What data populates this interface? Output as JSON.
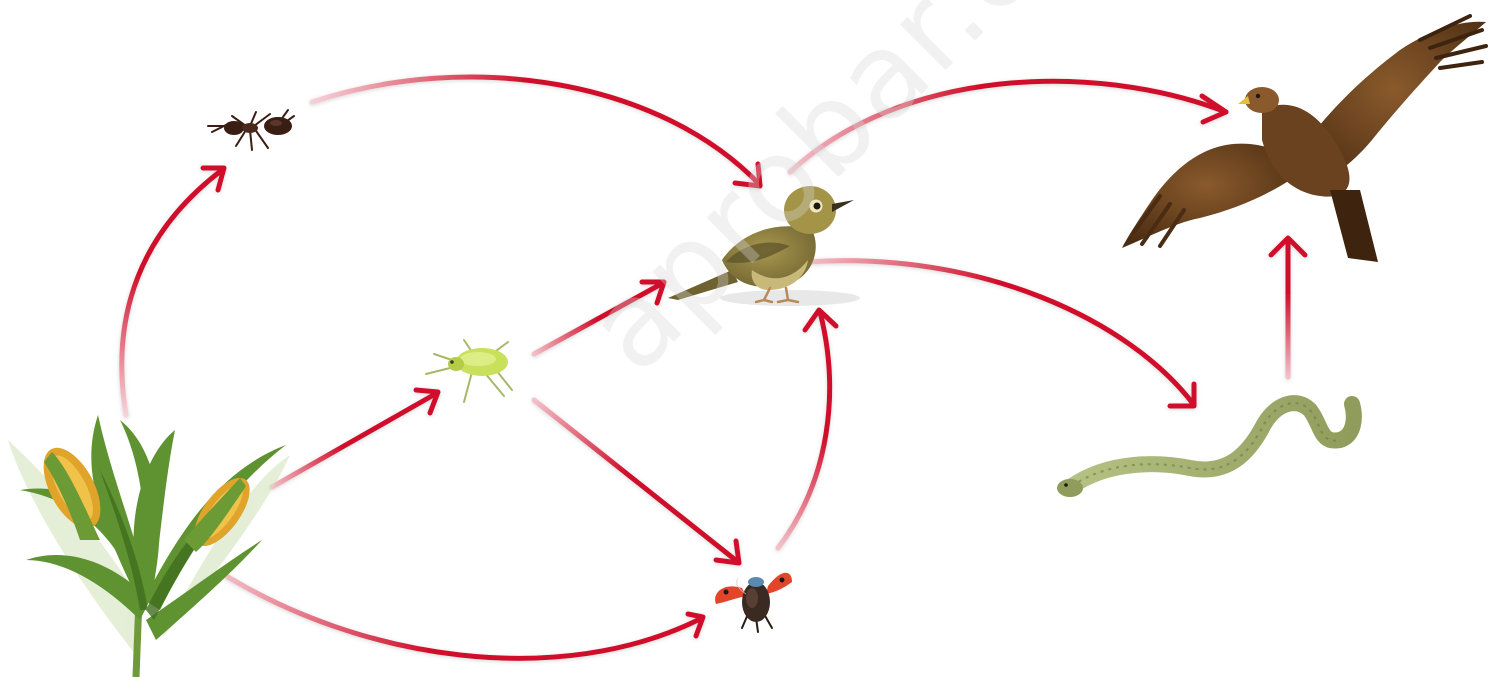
{
  "organisms": [
    {
      "id": "corn",
      "icon": "corn-plant-icon"
    },
    {
      "id": "ant",
      "icon": "ant-icon"
    },
    {
      "id": "aphid",
      "icon": "aphid-icon"
    },
    {
      "id": "ladybug",
      "icon": "ladybug-icon"
    },
    {
      "id": "bird",
      "icon": "songbird-icon"
    },
    {
      "id": "snake",
      "icon": "snake-icon"
    },
    {
      "id": "hawk",
      "icon": "hawk-icon"
    }
  ],
  "links": [
    {
      "from": "corn",
      "to": "ant"
    },
    {
      "from": "corn",
      "to": "aphid"
    },
    {
      "from": "corn",
      "to": "ladybug"
    },
    {
      "from": "ant",
      "to": "bird"
    },
    {
      "from": "aphid",
      "to": "bird"
    },
    {
      "from": "aphid",
      "to": "ladybug"
    },
    {
      "from": "ladybug",
      "to": "bird"
    },
    {
      "from": "bird",
      "to": "hawk"
    },
    {
      "from": "bird",
      "to": "snake"
    },
    {
      "from": "snake",
      "to": "hawk"
    }
  ],
  "colors": {
    "arrow": "#d0102c",
    "arrow_fade": "#f3c2cb",
    "plant_leaf": "#5b8c2a",
    "plant_cob": "#e0a42a",
    "ant": "#3a1e14",
    "aphid": "#c8e05a",
    "ladybug_shell": "#e2452a",
    "bird_back": "#8a7a3a",
    "bird_belly": "#c8b87a",
    "snake": "#9aa86a",
    "hawk": "#6b4220"
  },
  "watermark": "aprobar.c"
}
